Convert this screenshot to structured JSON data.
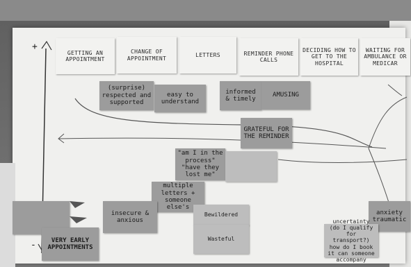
{
  "header_cards": [
    "Getting an appointment",
    "Change of appointment",
    "Letters",
    "Reminder phone calls",
    "Deciding how to get to the hospital",
    "Waiting for ambulance or medicar"
  ],
  "notes": {
    "surprise": "(surprise) respected and supported",
    "easy": "easy to understand",
    "informed": "informed & timely",
    "amusing": "AMUSING",
    "grateful": "GRATEFUL FOR THE REMINDER",
    "am_i": "\"am I in the process\" \"have they lost me\"",
    "typed": "",
    "multiple": "multiple letters + someone else's",
    "insecure": "insecure & anxious",
    "bewildered": "Bewildered",
    "wasteful": "Wasteful",
    "anxiety": "anxiety traumatic",
    "uncertainty": "uncertainty (do I qualify for transport?) how do I book it can someone accompany",
    "very_early": "VERY EARLY APPOINTMENTS"
  },
  "axis": {
    "plus": "+",
    "minus": "-"
  }
}
